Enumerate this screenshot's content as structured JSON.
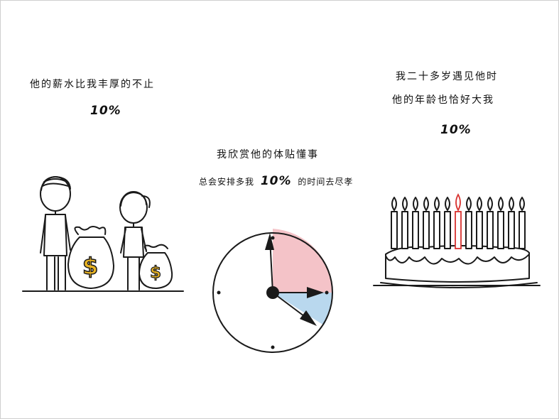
{
  "panel_left": {
    "caption": "他的薪水比我丰厚的不止",
    "percent": "10%"
  },
  "panel_middle": {
    "caption": "我欣赏他的体贴懂事",
    "sub_caption_before": "总会安排多我",
    "percent": "10%",
    "sub_caption_after": "的时间去尽孝"
  },
  "panel_right": {
    "caption_line1": "我二十多岁遇见他时",
    "caption_line2": "他的年龄也恰好大我",
    "percent": "10%"
  },
  "money_bag": {
    "symbol": "$",
    "color": "#e9b423"
  },
  "colors": {
    "clock_large_slice": "#f4c3c8",
    "clock_small_slice": "#b9d8ee",
    "red_candle": "#d8322f"
  }
}
